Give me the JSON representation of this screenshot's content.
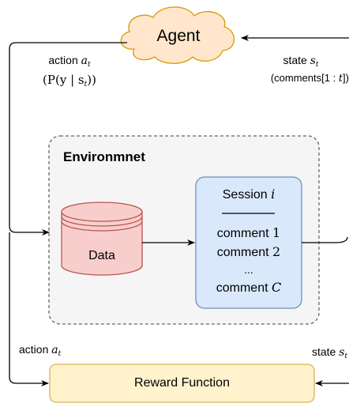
{
  "agent": {
    "label": "Agent"
  },
  "environment": {
    "title": "Environmnet"
  },
  "data_store": {
    "label": "Data"
  },
  "session": {
    "title": "Session",
    "title_var": "i",
    "items": [
      {
        "text": "comment",
        "index": "1"
      },
      {
        "text": "comment",
        "index": "2"
      },
      {
        "text": "...",
        "index": ""
      },
      {
        "text": "comment",
        "index": "C"
      }
    ]
  },
  "reward": {
    "label": "Reward Function"
  },
  "top_left": {
    "action": "action",
    "action_var": "a",
    "action_sub": "t",
    "policy": "(P(y | s",
    "policy_sub": "t",
    "policy_end": "))"
  },
  "top_right": {
    "state": "state",
    "state_var": "s",
    "state_sub": "t",
    "comments": "(comments[1 : ",
    "comments_var": "t",
    "comments_end": "])"
  },
  "bottom_left": {
    "action": "action",
    "action_var": "a",
    "action_sub": "t"
  },
  "bottom_right": {
    "state": "state",
    "state_var": "s",
    "state_sub": "t"
  },
  "colors": {
    "agent_fill": "#ffe6cc",
    "agent_stroke": "#d79b00",
    "env_fill": "#f5f5f5",
    "env_stroke": "#666666",
    "data_fill": "#f8cecc",
    "data_stroke": "#b85450",
    "session_fill": "#dae8fc",
    "session_stroke": "#6c8ebf",
    "reward_fill": "#fff2cc",
    "reward_stroke": "#d6b656"
  }
}
